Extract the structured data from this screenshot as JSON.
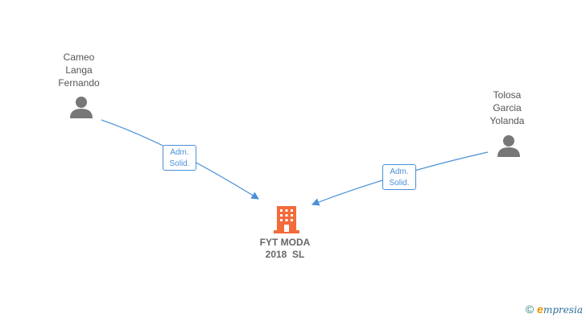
{
  "persons": [
    {
      "name_lines": [
        "Cameo",
        "Langa",
        "Fernando"
      ]
    },
    {
      "name_lines": [
        "Tolosa",
        "Garcia",
        "Yolanda"
      ]
    }
  ],
  "relations": [
    {
      "role_lines": [
        "Adm.",
        "Solid."
      ]
    },
    {
      "role_lines": [
        "Adm.",
        "Solid."
      ]
    }
  ],
  "company": {
    "name_lines": [
      "FYT MODA",
      "2018  SL"
    ]
  },
  "colors": {
    "edge": "#4a90d9",
    "person_icon": "#777777",
    "company_icon": "#f26b3a"
  },
  "brand": {
    "copyright": "©",
    "first_letter": "e",
    "rest": "mpresia"
  }
}
